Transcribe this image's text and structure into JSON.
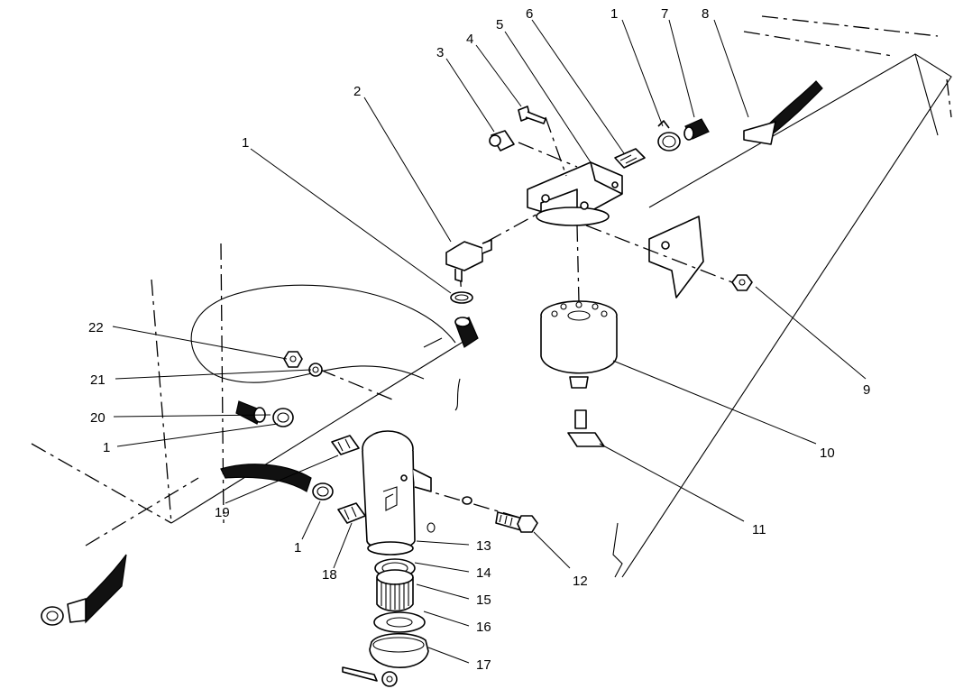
{
  "callouts": {
    "c1a": "1",
    "c1b": "1",
    "c1c": "1",
    "c1d": "1",
    "c2": "2",
    "c3": "3",
    "c4": "4",
    "c5": "5",
    "c6": "6",
    "c7": "7",
    "c8": "8",
    "c9": "9",
    "c10": "10",
    "c11": "11",
    "c12": "12",
    "c13": "13",
    "c14": "14",
    "c15": "15",
    "c16": "16",
    "c17": "17",
    "c18": "18",
    "c19": "19",
    "c20": "20",
    "c21": "21",
    "c22": "22"
  },
  "colors": {
    "line": "#000000",
    "background": "#ffffff",
    "hose": "#111111"
  }
}
